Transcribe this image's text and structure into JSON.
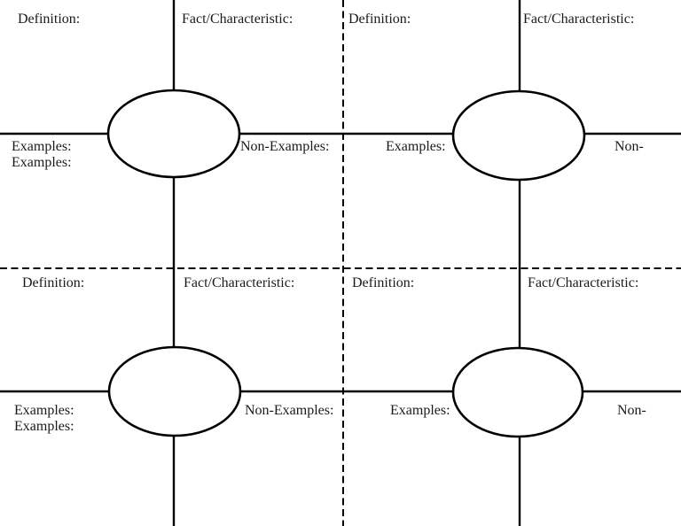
{
  "worksheet": {
    "type": "frayer-model-four-panel",
    "quadrants": [
      {
        "id": "top-left",
        "definition_label": "Definition:",
        "fact_label": "Fact/Characteristic:",
        "examples_label_1": "Examples:",
        "examples_label_2": "Examples:",
        "non_examples_label": "Non-Examples:"
      },
      {
        "id": "top-right",
        "definition_label": "Definition:",
        "fact_label": "Fact/Characteristic:",
        "examples_label_1": "Examples:",
        "non_examples_label": "Non-"
      },
      {
        "id": "bottom-left",
        "definition_label": "Definition:",
        "fact_label": "Fact/Characteristic:",
        "examples_label_1": "Examples:",
        "examples_label_2": "Examples:",
        "non_examples_label": "Non-Examples:"
      },
      {
        "id": "bottom-right",
        "definition_label": "Definition:",
        "fact_label": "Fact/Characteristic:",
        "examples_label_1": "Examples:",
        "non_examples_label": "Non-"
      }
    ],
    "colors": {
      "line": "#000000",
      "background": "#ffffff",
      "text": "#1a1a1a"
    }
  }
}
